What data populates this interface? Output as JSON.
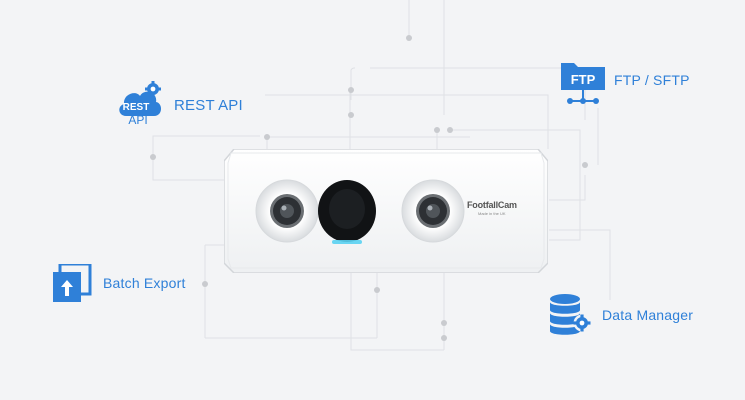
{
  "colors": {
    "accent": "#2f80d8",
    "background": "#f3f4f6",
    "line": "#dfe1e5"
  },
  "nodes": {
    "rest_api": {
      "label": "REST API",
      "icon": "cloud-gear-icon",
      "icon_text_top": "REST",
      "icon_text_bottom": "API"
    },
    "ftp": {
      "label": "FTP / SFTP",
      "icon": "folder-network-icon",
      "icon_text": "FTP"
    },
    "batch_export": {
      "label": "Batch Export",
      "icon": "export-upload-icon"
    },
    "data_manager": {
      "label": "Data Manager",
      "icon": "database-gear-icon"
    }
  },
  "device": {
    "brand": "FootfallCam",
    "tagline": "Made in the UK"
  }
}
